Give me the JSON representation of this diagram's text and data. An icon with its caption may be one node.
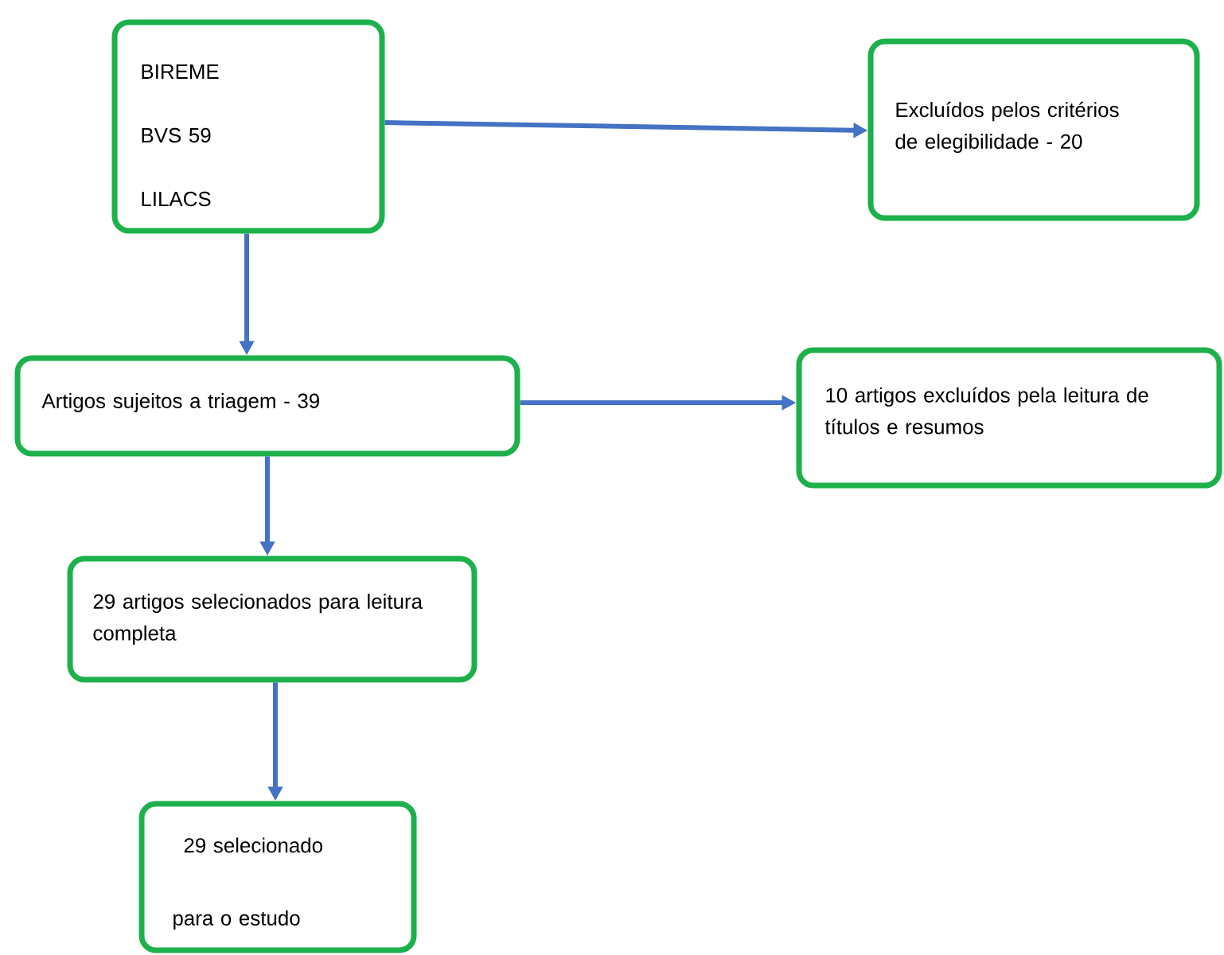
{
  "diagram": {
    "nodes": [
      {
        "text": [
          "BIREME",
          "BVS 59",
          "LILACS"
        ]
      },
      {
        "text": [
          "Excluídos pelos critérios de elegibilidade - 20"
        ]
      },
      {
        "text": [
          "Artigos sujeitos a triagem - 39"
        ]
      },
      {
        "text": [
          "10 artigos excluídos pela leitura de títulos e resumos"
        ]
      },
      {
        "text": [
          "29 artigos selecionados para leitura completa"
        ]
      },
      {
        "text": [
          "29 selecionado",
          "para o estudo"
        ]
      }
    ],
    "edges": [
      {
        "from": 0,
        "to": 1,
        "arrow": "to"
      },
      {
        "from": 0,
        "to": 2,
        "arrow": "to"
      },
      {
        "from": 2,
        "to": 3,
        "arrow": "to"
      },
      {
        "from": 2,
        "to": 4,
        "arrow": "to"
      },
      {
        "from": 4,
        "to": 5,
        "arrow": "to"
      }
    ]
  }
}
